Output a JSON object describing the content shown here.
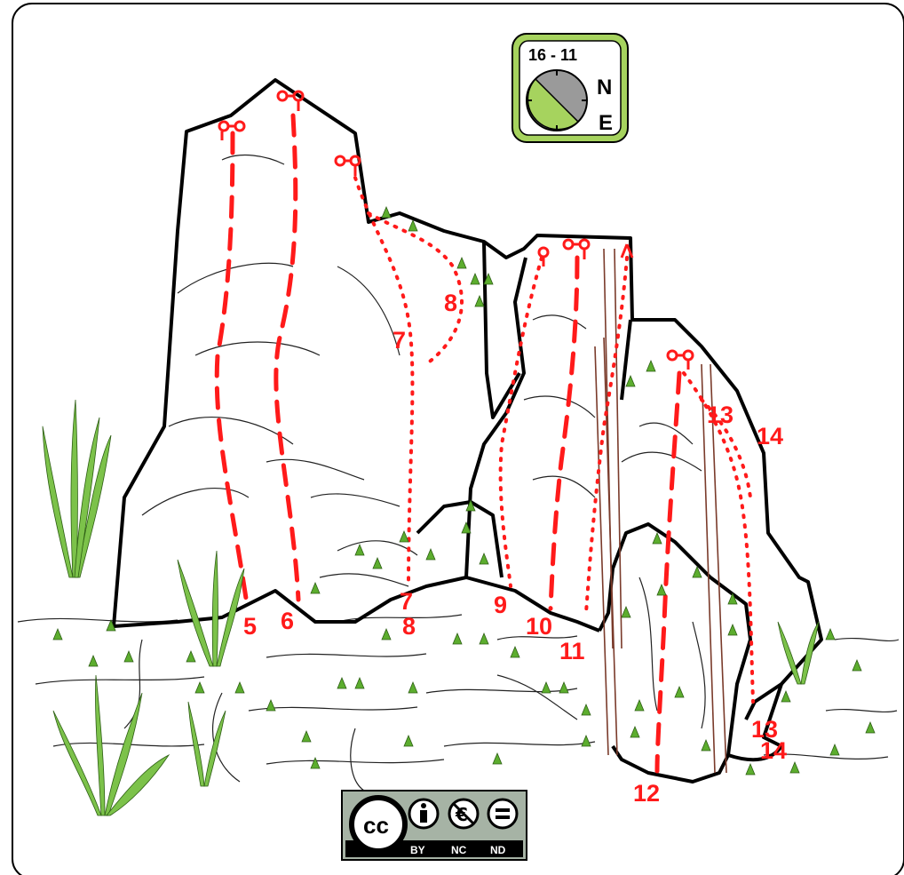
{
  "sun_badge": {
    "hours": "16 - 11",
    "direction_1": "N",
    "direction_2": "E",
    "color_sunny": "#a6d35e",
    "color_shade": "#9a9a9a",
    "frame_color": "#a6d35e"
  },
  "routes": [
    {
      "number": "5",
      "style": "dashed"
    },
    {
      "number": "6",
      "style": "dashed"
    },
    {
      "number": "7",
      "style": "dotted"
    },
    {
      "number": "8",
      "style": "dotted"
    },
    {
      "number": "9",
      "style": "dotted"
    },
    {
      "number": "10",
      "style": "dashed"
    },
    {
      "number": "11",
      "style": "dotted"
    },
    {
      "number": "12",
      "style": "dashed"
    },
    {
      "number": "13",
      "style": "dotted"
    },
    {
      "number": "14",
      "style": "dotted"
    }
  ],
  "license": {
    "cc": "cc",
    "by": "BY",
    "nc": "NC",
    "nd": "ND"
  },
  "colors": {
    "route": "#ff1a1a",
    "vegetation": "#5cad2e",
    "frame": "#000000"
  }
}
